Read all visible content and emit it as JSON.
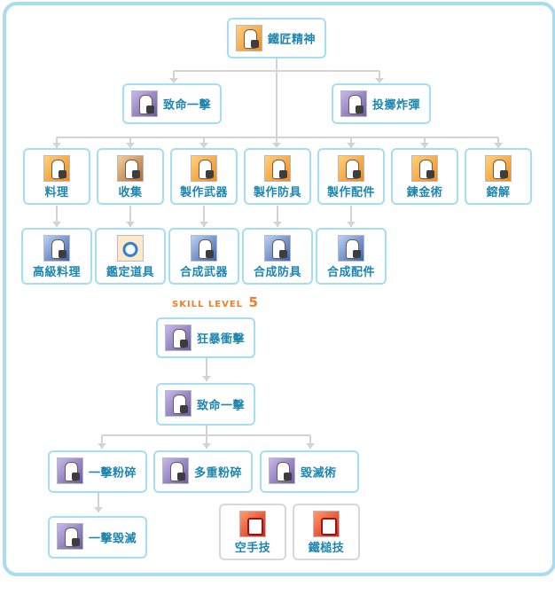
{
  "tree_top": {
    "root": {
      "label": "鐵匠精神",
      "icon": "blacksmith-spirit-icon"
    },
    "branches": [
      {
        "label": "致命一擊",
        "icon": "critical-strike-icon"
      },
      {
        "label": "投擲炸彈",
        "icon": "throw-bomb-icon"
      }
    ],
    "crafts": [
      {
        "label": "料理",
        "icon": "cooking-icon"
      },
      {
        "label": "收集",
        "icon": "gathering-icon"
      },
      {
        "label": "製作武器",
        "icon": "craft-weapon-icon"
      },
      {
        "label": "製作防具",
        "icon": "craft-armor-icon"
      },
      {
        "label": "製作配件",
        "icon": "craft-accessory-icon"
      },
      {
        "label": "鍊金術",
        "icon": "alchemy-icon"
      },
      {
        "label": "鎔解",
        "icon": "smelting-icon"
      }
    ],
    "advanced": [
      {
        "label": "高級料理",
        "icon": "advanced-cooking-icon"
      },
      {
        "label": "鑑定道具",
        "icon": "appraise-item-icon"
      },
      {
        "label": "合成武器",
        "icon": "synthesize-weapon-icon"
      },
      {
        "label": "合成防具",
        "icon": "synthesize-armor-icon"
      },
      {
        "label": "合成配件",
        "icon": "synthesize-accessory-icon"
      }
    ]
  },
  "skill_level": {
    "text": "SKILL LEVEL",
    "value": "5"
  },
  "tree_bottom": {
    "frenzy": {
      "label": "狂暴衝擊",
      "icon": "frenzy-strike-icon"
    },
    "critical": {
      "label": "致命一擊",
      "icon": "critical-strike-icon"
    },
    "smash": [
      {
        "label": "一擊粉碎",
        "icon": "single-smash-icon"
      },
      {
        "label": "多重粉碎",
        "icon": "multi-smash-icon"
      },
      {
        "label": "毀滅術",
        "icon": "destruction-icon"
      }
    ],
    "annihilate": {
      "label": "一擊毀滅",
      "icon": "one-hit-annihilate-icon"
    },
    "bare_skills": [
      {
        "label": "空手技",
        "icon": "fist-icon"
      },
      {
        "label": "鐵槌技",
        "icon": "hammer-icon"
      }
    ]
  },
  "colors": {
    "border": "#a4def4",
    "frame": "#a9dcf2",
    "label": "#1d86b0",
    "connector": "#d3d3d3",
    "skill_level": "#f07e2a"
  }
}
